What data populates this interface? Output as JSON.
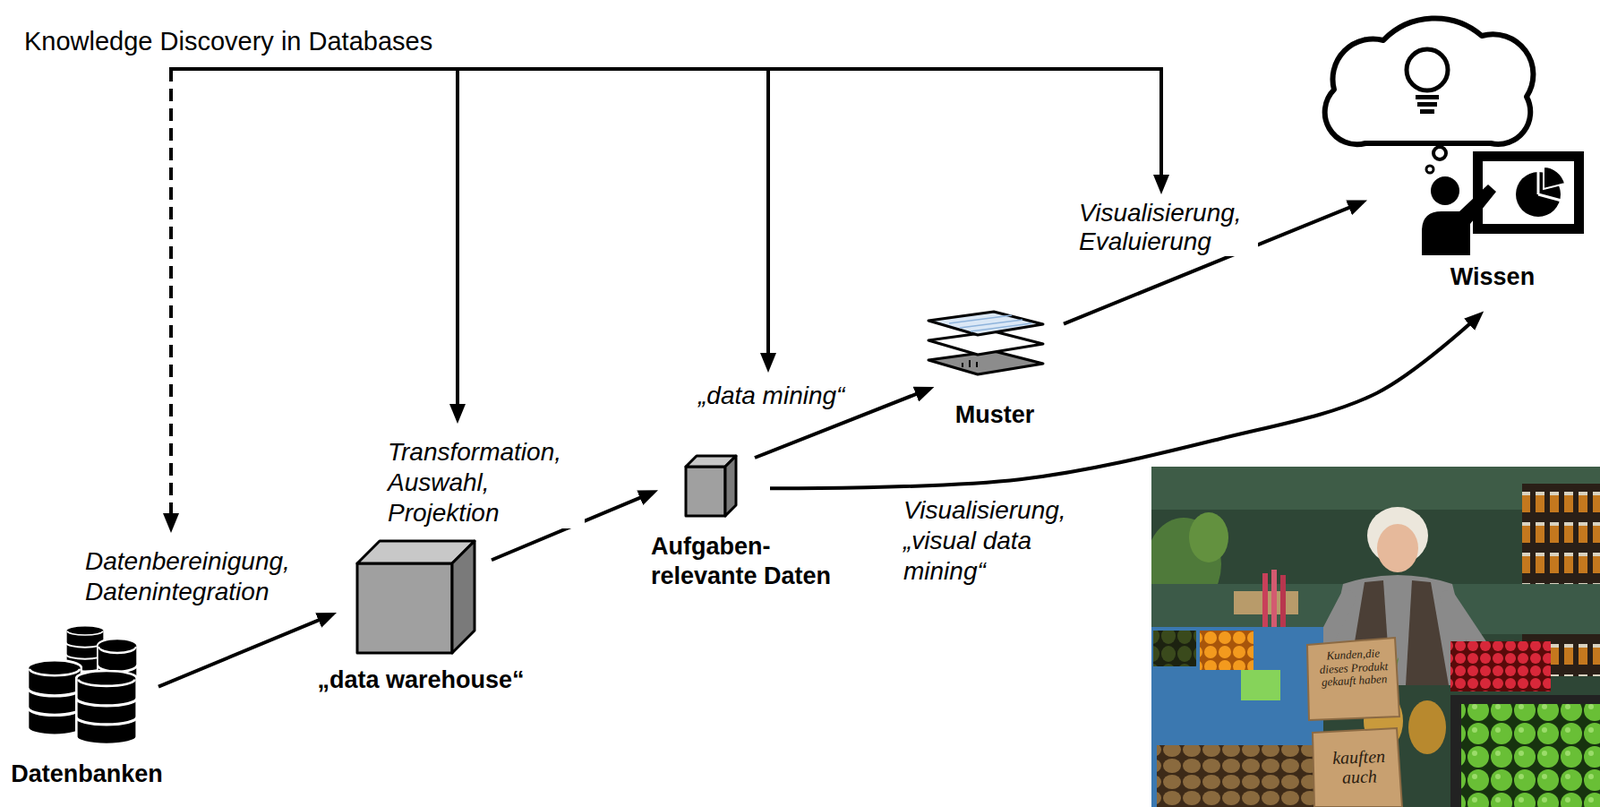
{
  "diagram": {
    "title": "Knowledge Discovery in Databases",
    "nodes": [
      {
        "text": [
          "Datenbanken"
        ]
      },
      {
        "text": [
          "„data warehouse“"
        ]
      },
      {
        "text": [
          "Aufgaben- relevante Daten"
        ]
      },
      {
        "text": [
          "Muster"
        ]
      },
      {
        "text": [
          "Wissen"
        ]
      }
    ],
    "edges": [
      {
        "from": 0,
        "to": 1,
        "label": "Datenbereinigung, Datenintegration",
        "arrow": "to"
      },
      {
        "from": 1,
        "to": 2,
        "label": "Transformation, Auswahl, Projektion",
        "arrow": "to"
      },
      {
        "from": 2,
        "to": 3,
        "label": "„data mining“",
        "arrow": "to"
      },
      {
        "from": 3,
        "to": 4,
        "label": "Visualisierung, Evaluierung",
        "arrow": "to"
      },
      {
        "from": 2,
        "to": 4,
        "label": "Visualisierung, „visual data mining“",
        "arrow": "to"
      }
    ],
    "labels": [
      "Kunden,die dieses Produkt gekauft haben",
      "kauften auch"
    ]
  }
}
